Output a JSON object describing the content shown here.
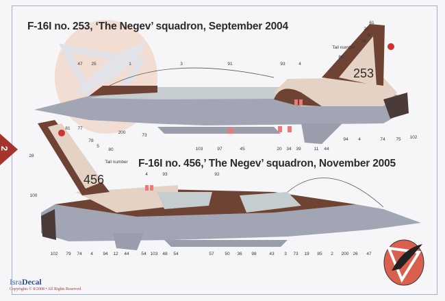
{
  "page_number": "2",
  "aircraft": [
    {
      "title": "F-16I no. 253, ‘The Negev’ squadron, September 2004",
      "tail_number": "253",
      "tail_number_label": "Tail number",
      "callouts": [
        "47",
        "25",
        "1",
        "3",
        "91",
        "93",
        "4",
        "80",
        "76",
        "6",
        "28",
        "61",
        "81",
        "77",
        "200",
        "73",
        "103",
        "97",
        "45",
        "20",
        "34",
        "39",
        "11",
        "44",
        "94",
        "4",
        "74",
        "75",
        "102"
      ]
    },
    {
      "title": "F-16I no. 456,’ The Negev’ squadron, November 2005",
      "tail_number": "456",
      "tail_number_label": "Tail number",
      "callouts": [
        "78",
        "5",
        "28",
        "80",
        "100",
        "4",
        "93",
        "92",
        "102",
        "79",
        "74",
        "4",
        "94",
        "12",
        "44",
        "54",
        "103",
        "48",
        "54",
        "57",
        "50",
        "36",
        "98",
        "43",
        "3",
        "73",
        "19",
        "85",
        "2",
        "200",
        "26",
        "47"
      ]
    }
  ],
  "footer": {
    "brand_a": "Isra",
    "brand_b": "Decal",
    "copyright": "Copyrights © 8/2008 • All Rights Reserved"
  },
  "colors": {
    "brown": "#6e4334",
    "sand": "#e6d3c3",
    "grey": "#9ea1ae",
    "lightgrey": "#c3cdcf",
    "badge": "#a5342c",
    "emblem": "#d9604d"
  }
}
